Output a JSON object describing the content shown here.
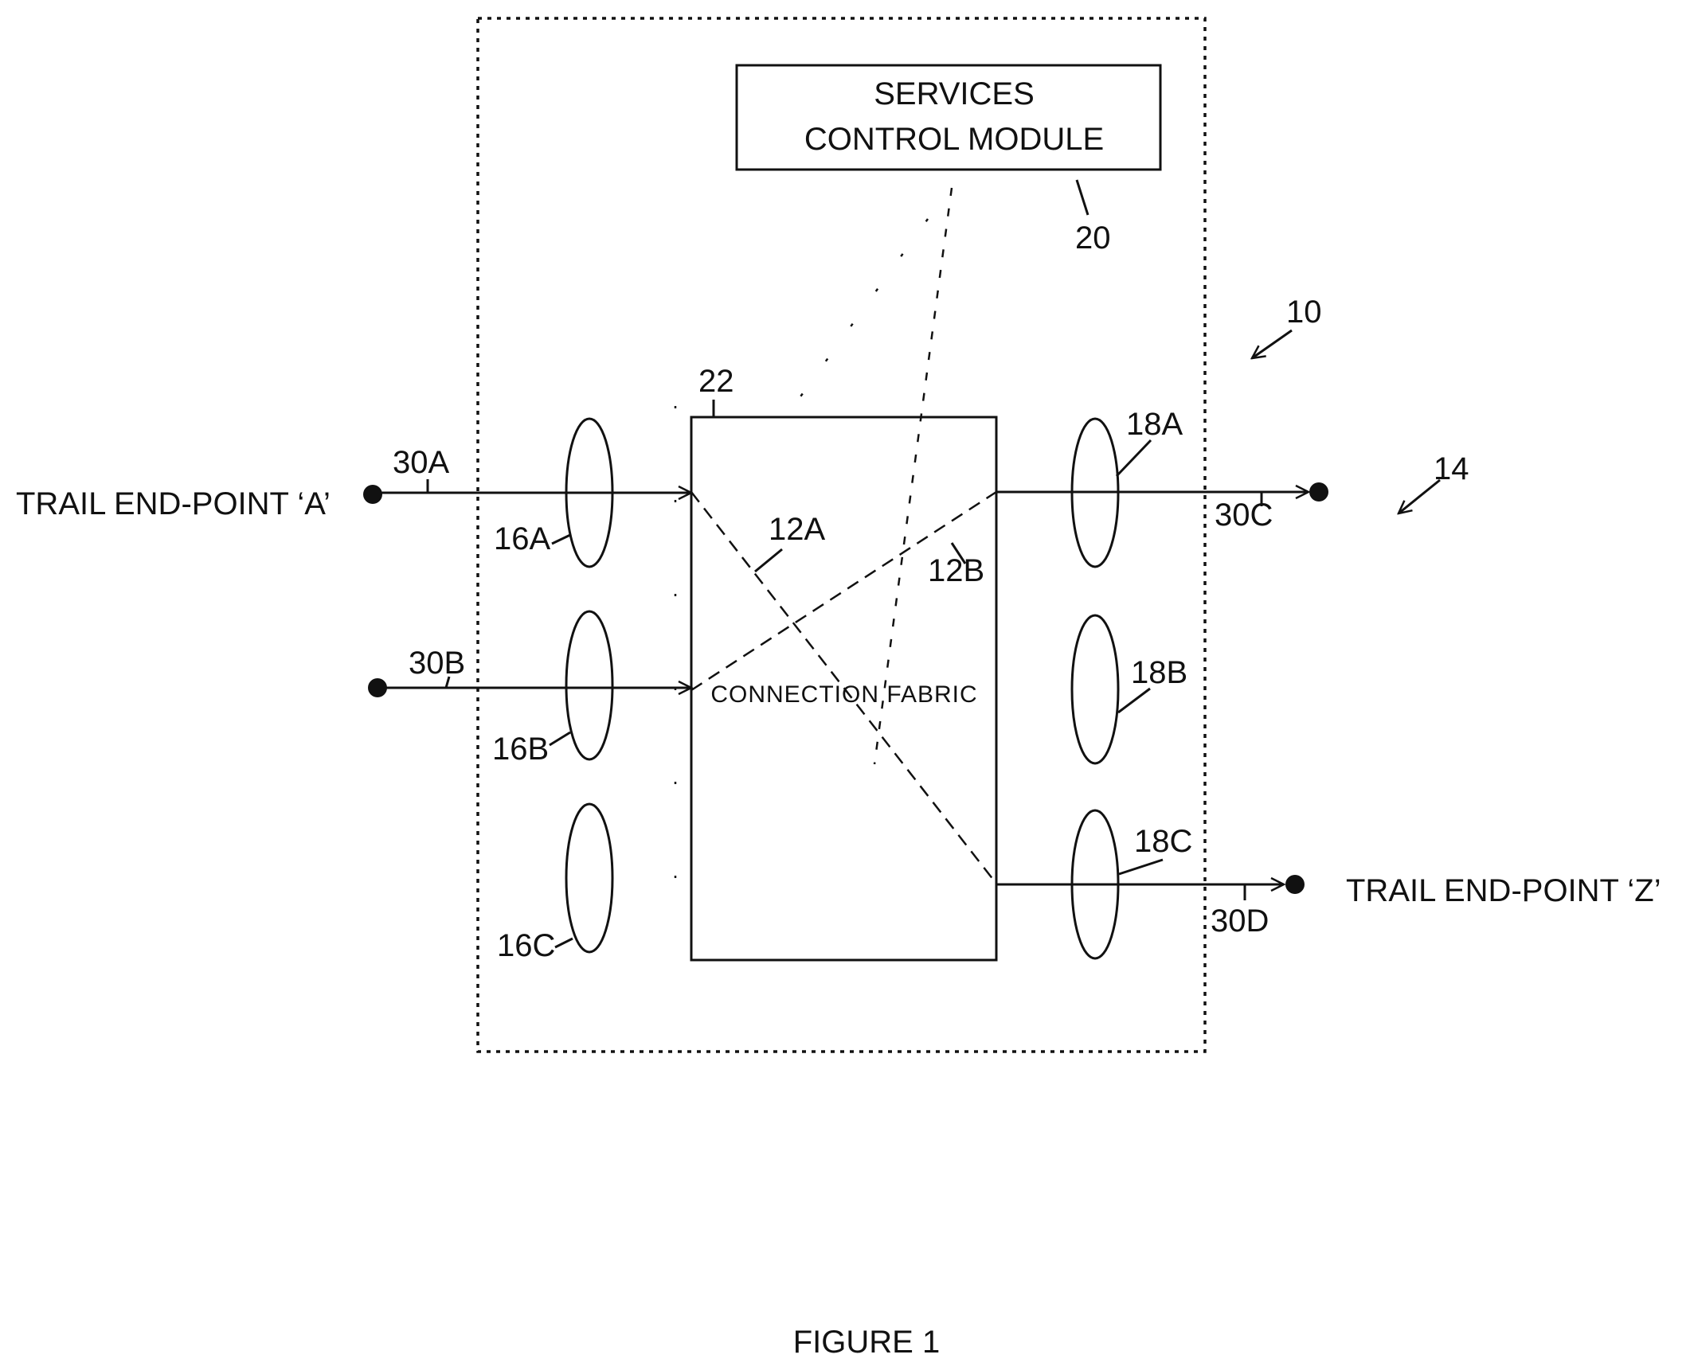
{
  "services_module": {
    "line1": "SERVICES",
    "line2": "CONTROL MODULE",
    "ref": "20"
  },
  "fabric": {
    "label": "CONNECTION FABRIC",
    "ref": "22",
    "path_a": "12A",
    "path_b": "12B"
  },
  "node": {
    "ref": "10"
  },
  "network": {
    "ref": "14"
  },
  "left_ports": [
    "16A",
    "16B",
    "16C"
  ],
  "right_ports": [
    "18A",
    "18B",
    "18C"
  ],
  "trails": {
    "a": "30A",
    "b": "30B",
    "c": "30C",
    "d": "30D"
  },
  "endpoints": {
    "a": "TRAIL END-POINT ‘A’",
    "z": "TRAIL END-POINT ‘Z’"
  },
  "caption": "FIGURE 1"
}
